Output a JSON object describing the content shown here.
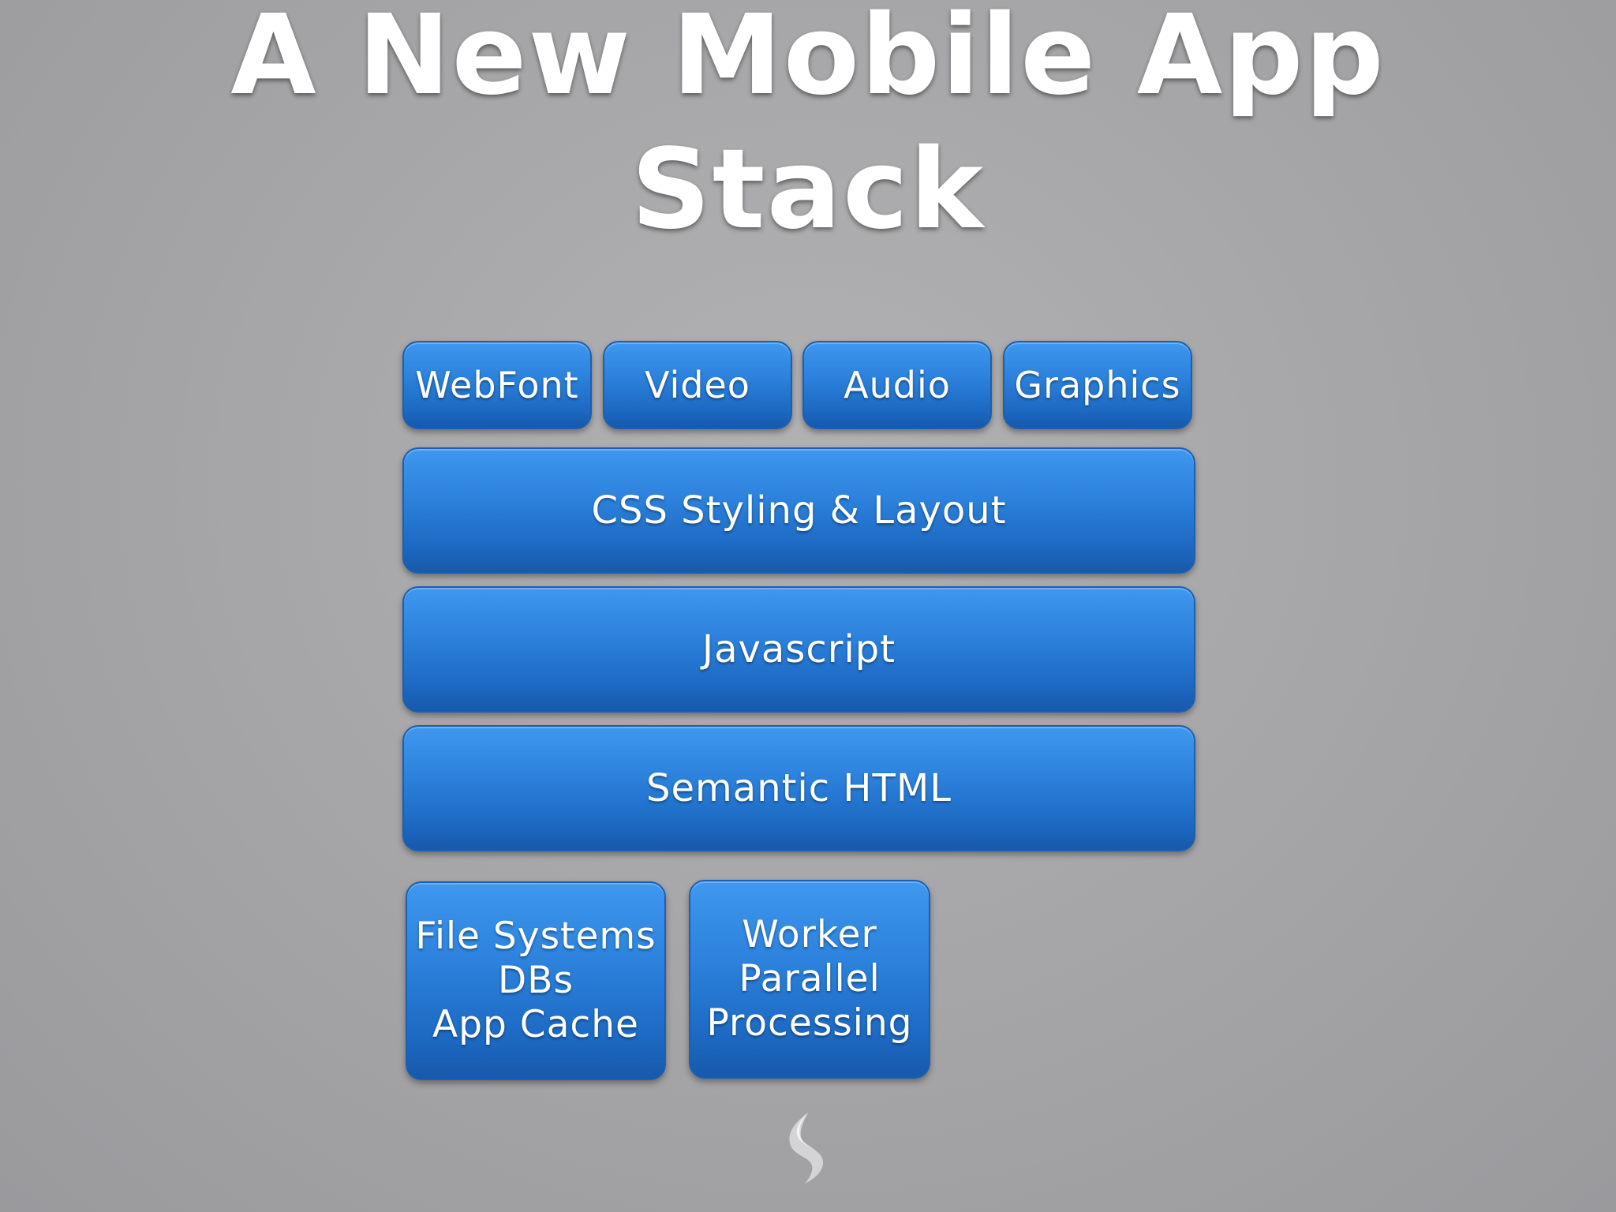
{
  "title": {
    "line1": "A New Mobile App",
    "line2": "Stack"
  },
  "top_row": [
    {
      "label": "WebFont"
    },
    {
      "label": "Video"
    },
    {
      "label": "Audio"
    },
    {
      "label": "Graphics"
    }
  ],
  "layers": {
    "css": "CSS Styling & Layout",
    "js": "Javascript",
    "html": "Semantic HTML"
  },
  "bottom_boxes": [
    {
      "lines": [
        "File Systems",
        "DBs",
        "App Cache"
      ]
    },
    {
      "lines": [
        "Worker",
        "Parallel",
        "Processing"
      ]
    }
  ],
  "colors": {
    "box_blue": "#2c82dc",
    "background": "#a7a7a9",
    "text": "#ffffff"
  },
  "icons": {
    "logo": "sencha-logo-icon"
  }
}
